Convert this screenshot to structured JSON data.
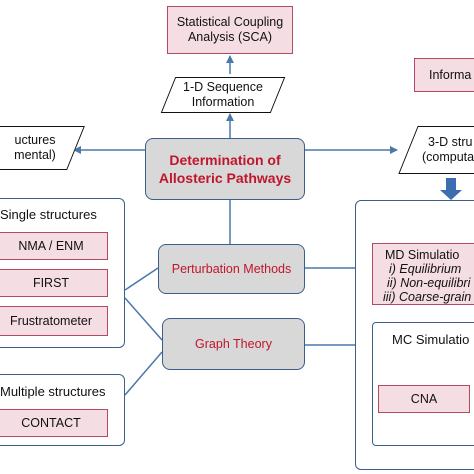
{
  "sca": {
    "line1": "Statistical Coupling",
    "line2": "Analysis (SCA)"
  },
  "seq": {
    "line1": "1-D Sequence",
    "line2": "Information"
  },
  "info_right": "Informa",
  "structures_left": {
    "line1": "uctures",
    "line2": "mental)"
  },
  "center": {
    "line1": "Determination of",
    "line2": "Allosteric Pathways"
  },
  "struct_right": {
    "line1": "3-D stru",
    "line2": "(computa"
  },
  "single": {
    "heading": "Single structures",
    "items": [
      "NMA / ENM",
      "FIRST",
      "Frustratometer"
    ]
  },
  "multiple": {
    "heading": "Multiple structures",
    "items": [
      "CONTACT"
    ]
  },
  "perturbation": "Perturbation Methods",
  "graph": "Graph Theory",
  "md": {
    "title": "MD Simulatio",
    "item1": "i) Equilibrium",
    "item2": "ii) Non-equilibri",
    "item3": "iii) Coarse-grain"
  },
  "mc": "MC Simulatio",
  "cna": "CNA",
  "colors": {
    "center_text": "#c0162c",
    "method_text": "#c0162c",
    "line": "#4a78a8",
    "big_arrow": "#3d6db0",
    "pink_fill": "#f4dde3",
    "pink_border": "#b24a62",
    "gray_fill": "#d8d8d8"
  }
}
